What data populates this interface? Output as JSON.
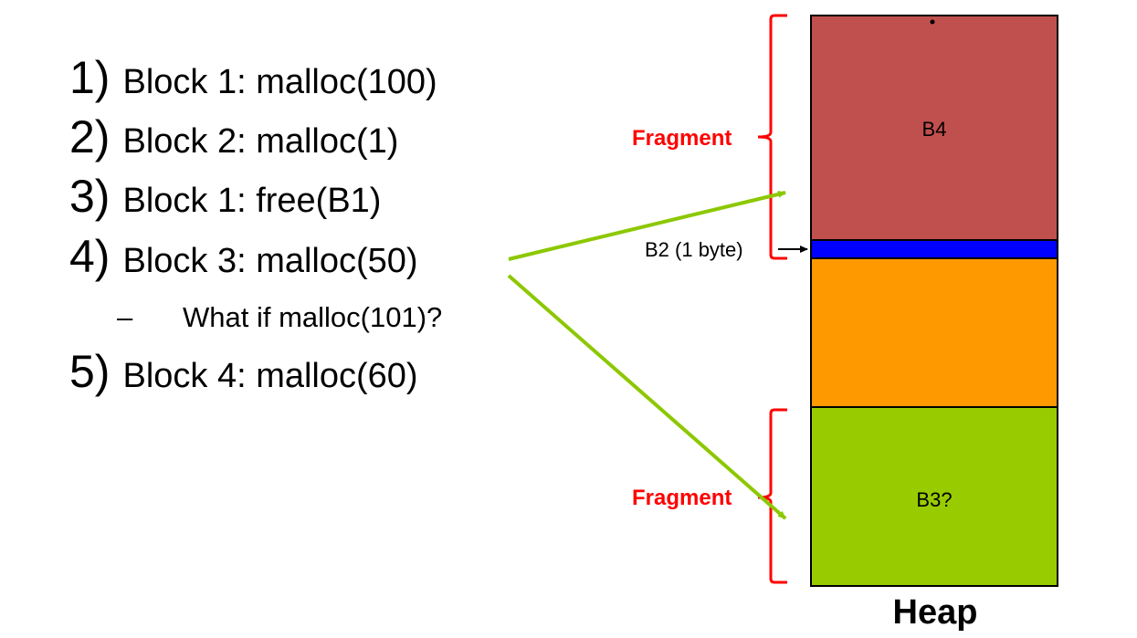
{
  "steps": [
    {
      "num": "1)",
      "text": "Block 1:  malloc(100)"
    },
    {
      "num": "2)",
      "text": "Block 2:  malloc(1)"
    },
    {
      "num": "3)",
      "text": "Block 1:  free(B1)"
    },
    {
      "num": "4)",
      "text": "Block 3:  malloc(50)"
    },
    {
      "num": "5)",
      "text": "Block 4: malloc(60)"
    }
  ],
  "sub_step": {
    "dash": "–",
    "text": "What if malloc(101)?"
  },
  "heap": {
    "title": "Heap",
    "blocks": [
      {
        "label": "B4",
        "color": "#c0504d"
      },
      {
        "label": "",
        "color": "#0000ff"
      },
      {
        "label": "",
        "color": "#ff9900"
      },
      {
        "label": "B3?",
        "color": "#99cc00"
      }
    ],
    "b2_label": "B2 (1 byte)"
  },
  "fragments": [
    {
      "label": "Fragment"
    },
    {
      "label": "Fragment"
    }
  ],
  "colors": {
    "fragment": "#ff0000",
    "arrow": "#8cc800"
  }
}
